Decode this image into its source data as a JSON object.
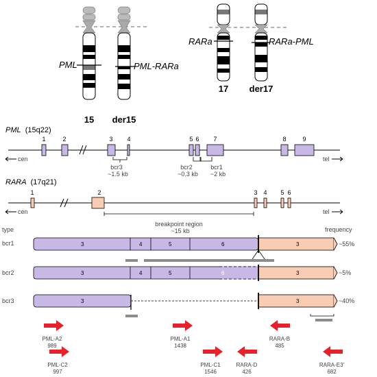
{
  "chromosomes": {
    "c15": "15",
    "der15": "der15",
    "c17": "17",
    "der17": "der17",
    "pml_label": "PML",
    "pml_rara_label": "PML-RARa",
    "rara_label": "RARa",
    "rara_pml_label": "RARa-PML"
  },
  "pml_gene": {
    "name": "PML",
    "locus": "(15q22)",
    "exons": [
      "1",
      "2",
      "3",
      "4",
      "5",
      "6",
      "7",
      "8",
      "9"
    ],
    "bcr3": "bcr3",
    "bcr3_size": "~1.5 kb",
    "bcr2": "bcr2",
    "bcr2_size": "~0.3 kb",
    "bcr1": "bcr1",
    "bcr1_size": "~2 kb",
    "cen": "cen",
    "tel": "tel"
  },
  "rara_gene": {
    "name": "RARA",
    "locus": "(17q21)",
    "exons": [
      "1",
      "2",
      "3",
      "4",
      "5",
      "6"
    ],
    "cen": "cen",
    "tel": "tel",
    "breakpoint_region": "breakpoint region",
    "breakpoint_size": "~15 kb"
  },
  "transcripts": {
    "type_header": "type",
    "frequency_header": "frequency",
    "rows": [
      {
        "type": "bcr1",
        "pml_exons": [
          "3",
          "4",
          "5",
          "6"
        ],
        "rara_exon": "3",
        "frequency": "~55%"
      },
      {
        "type": "bcr2",
        "pml_exons": [
          "3",
          "4",
          "5",
          "6"
        ],
        "rara_exon": "3",
        "frequency": "~5%"
      },
      {
        "type": "bcr3",
        "pml_exons": [
          "3"
        ],
        "rara_exon": "3",
        "frequency": "~40%"
      }
    ]
  },
  "primers": [
    {
      "name": "PML-A2",
      "pos": "989",
      "dir": "right"
    },
    {
      "name": "PML-A1",
      "pos": "1438",
      "dir": "right"
    },
    {
      "name": "RARA-B",
      "pos": "485",
      "dir": "left"
    },
    {
      "name": "PML-C2",
      "pos": "997",
      "dir": "right"
    },
    {
      "name": "PML-C1",
      "pos": "1546",
      "dir": "right"
    },
    {
      "name": "RARA-D",
      "pos": "426",
      "dir": "left"
    },
    {
      "name": "RARA-E3'",
      "pos": "682",
      "dir": "left"
    }
  ],
  "colors": {
    "pml": "#c8b8e6",
    "rara": "#f8cdb4",
    "arrow": "#e8202a",
    "probe": "#8c8c8c"
  }
}
